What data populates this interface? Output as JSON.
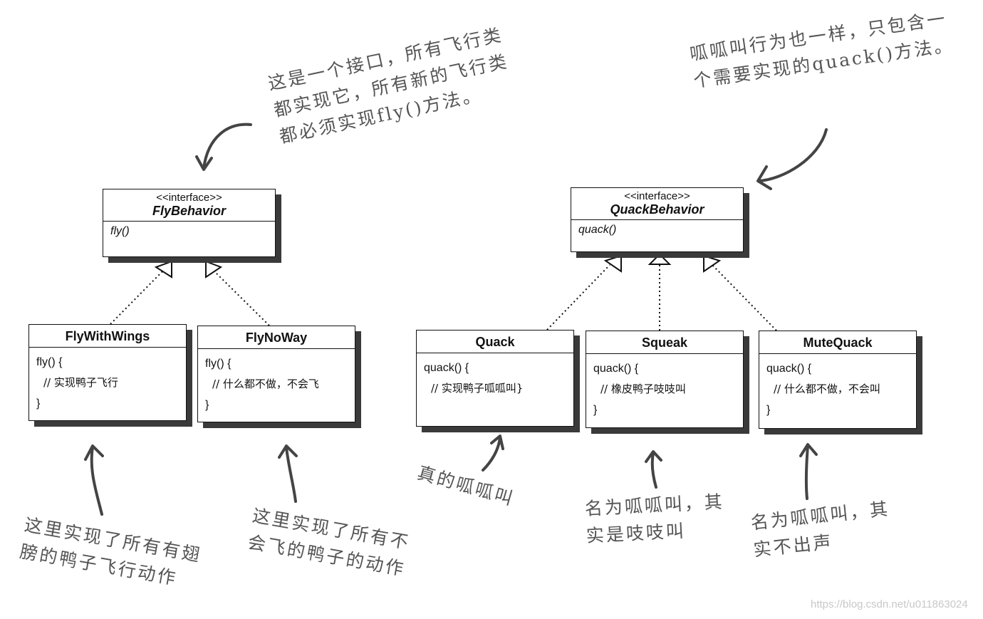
{
  "interfaces": {
    "fly": {
      "stereotype": "<<interface>>",
      "name": "FlyBehavior",
      "method": "fly()"
    },
    "quack": {
      "stereotype": "<<interface>>",
      "name": "QuackBehavior",
      "method": "quack()"
    }
  },
  "classes": {
    "fly_with_wings": {
      "name": "FlyWithWings",
      "lines": [
        "fly() {",
        "// 实现鸭子飞行",
        "}"
      ]
    },
    "fly_no_way": {
      "name": "FlyNoWay",
      "lines": [
        "fly() {",
        "// 什么都不做，不会飞",
        "}"
      ]
    },
    "quack": {
      "name": "Quack",
      "lines": [
        "quack() {",
        "// 实现鸭子呱呱叫}"
      ]
    },
    "squeak": {
      "name": "Squeak",
      "lines": [
        "quack() {",
        "// 橡皮鸭子吱吱叫",
        "}"
      ]
    },
    "mute_quack": {
      "name": "MuteQuack",
      "lines": [
        "quack() {",
        "// 什么都不做，不会叫",
        "}"
      ]
    }
  },
  "notes": {
    "fly_interface": [
      "这是一个接口，所有飞行类",
      "都实现它，所有新的飞行类",
      "都必须实现fly()方法。"
    ],
    "quack_interface": [
      "呱呱叫行为也一样，只包含一",
      "个需要实现的quack()方法。"
    ],
    "fly_with_wings": [
      "这里实现了所有有翅",
      "膀的鸭子飞行动作"
    ],
    "fly_no_way": [
      "这里实现了所有不",
      "会飞的鸭子的动作"
    ],
    "quack": [
      "真的呱呱叫"
    ],
    "squeak": [
      "名为呱呱叫，其",
      "实是吱吱叫"
    ],
    "mute_quack": [
      "名为呱呱叫，其",
      "实不出声"
    ]
  },
  "watermark": "https://blog.csdn.net/u011863024"
}
